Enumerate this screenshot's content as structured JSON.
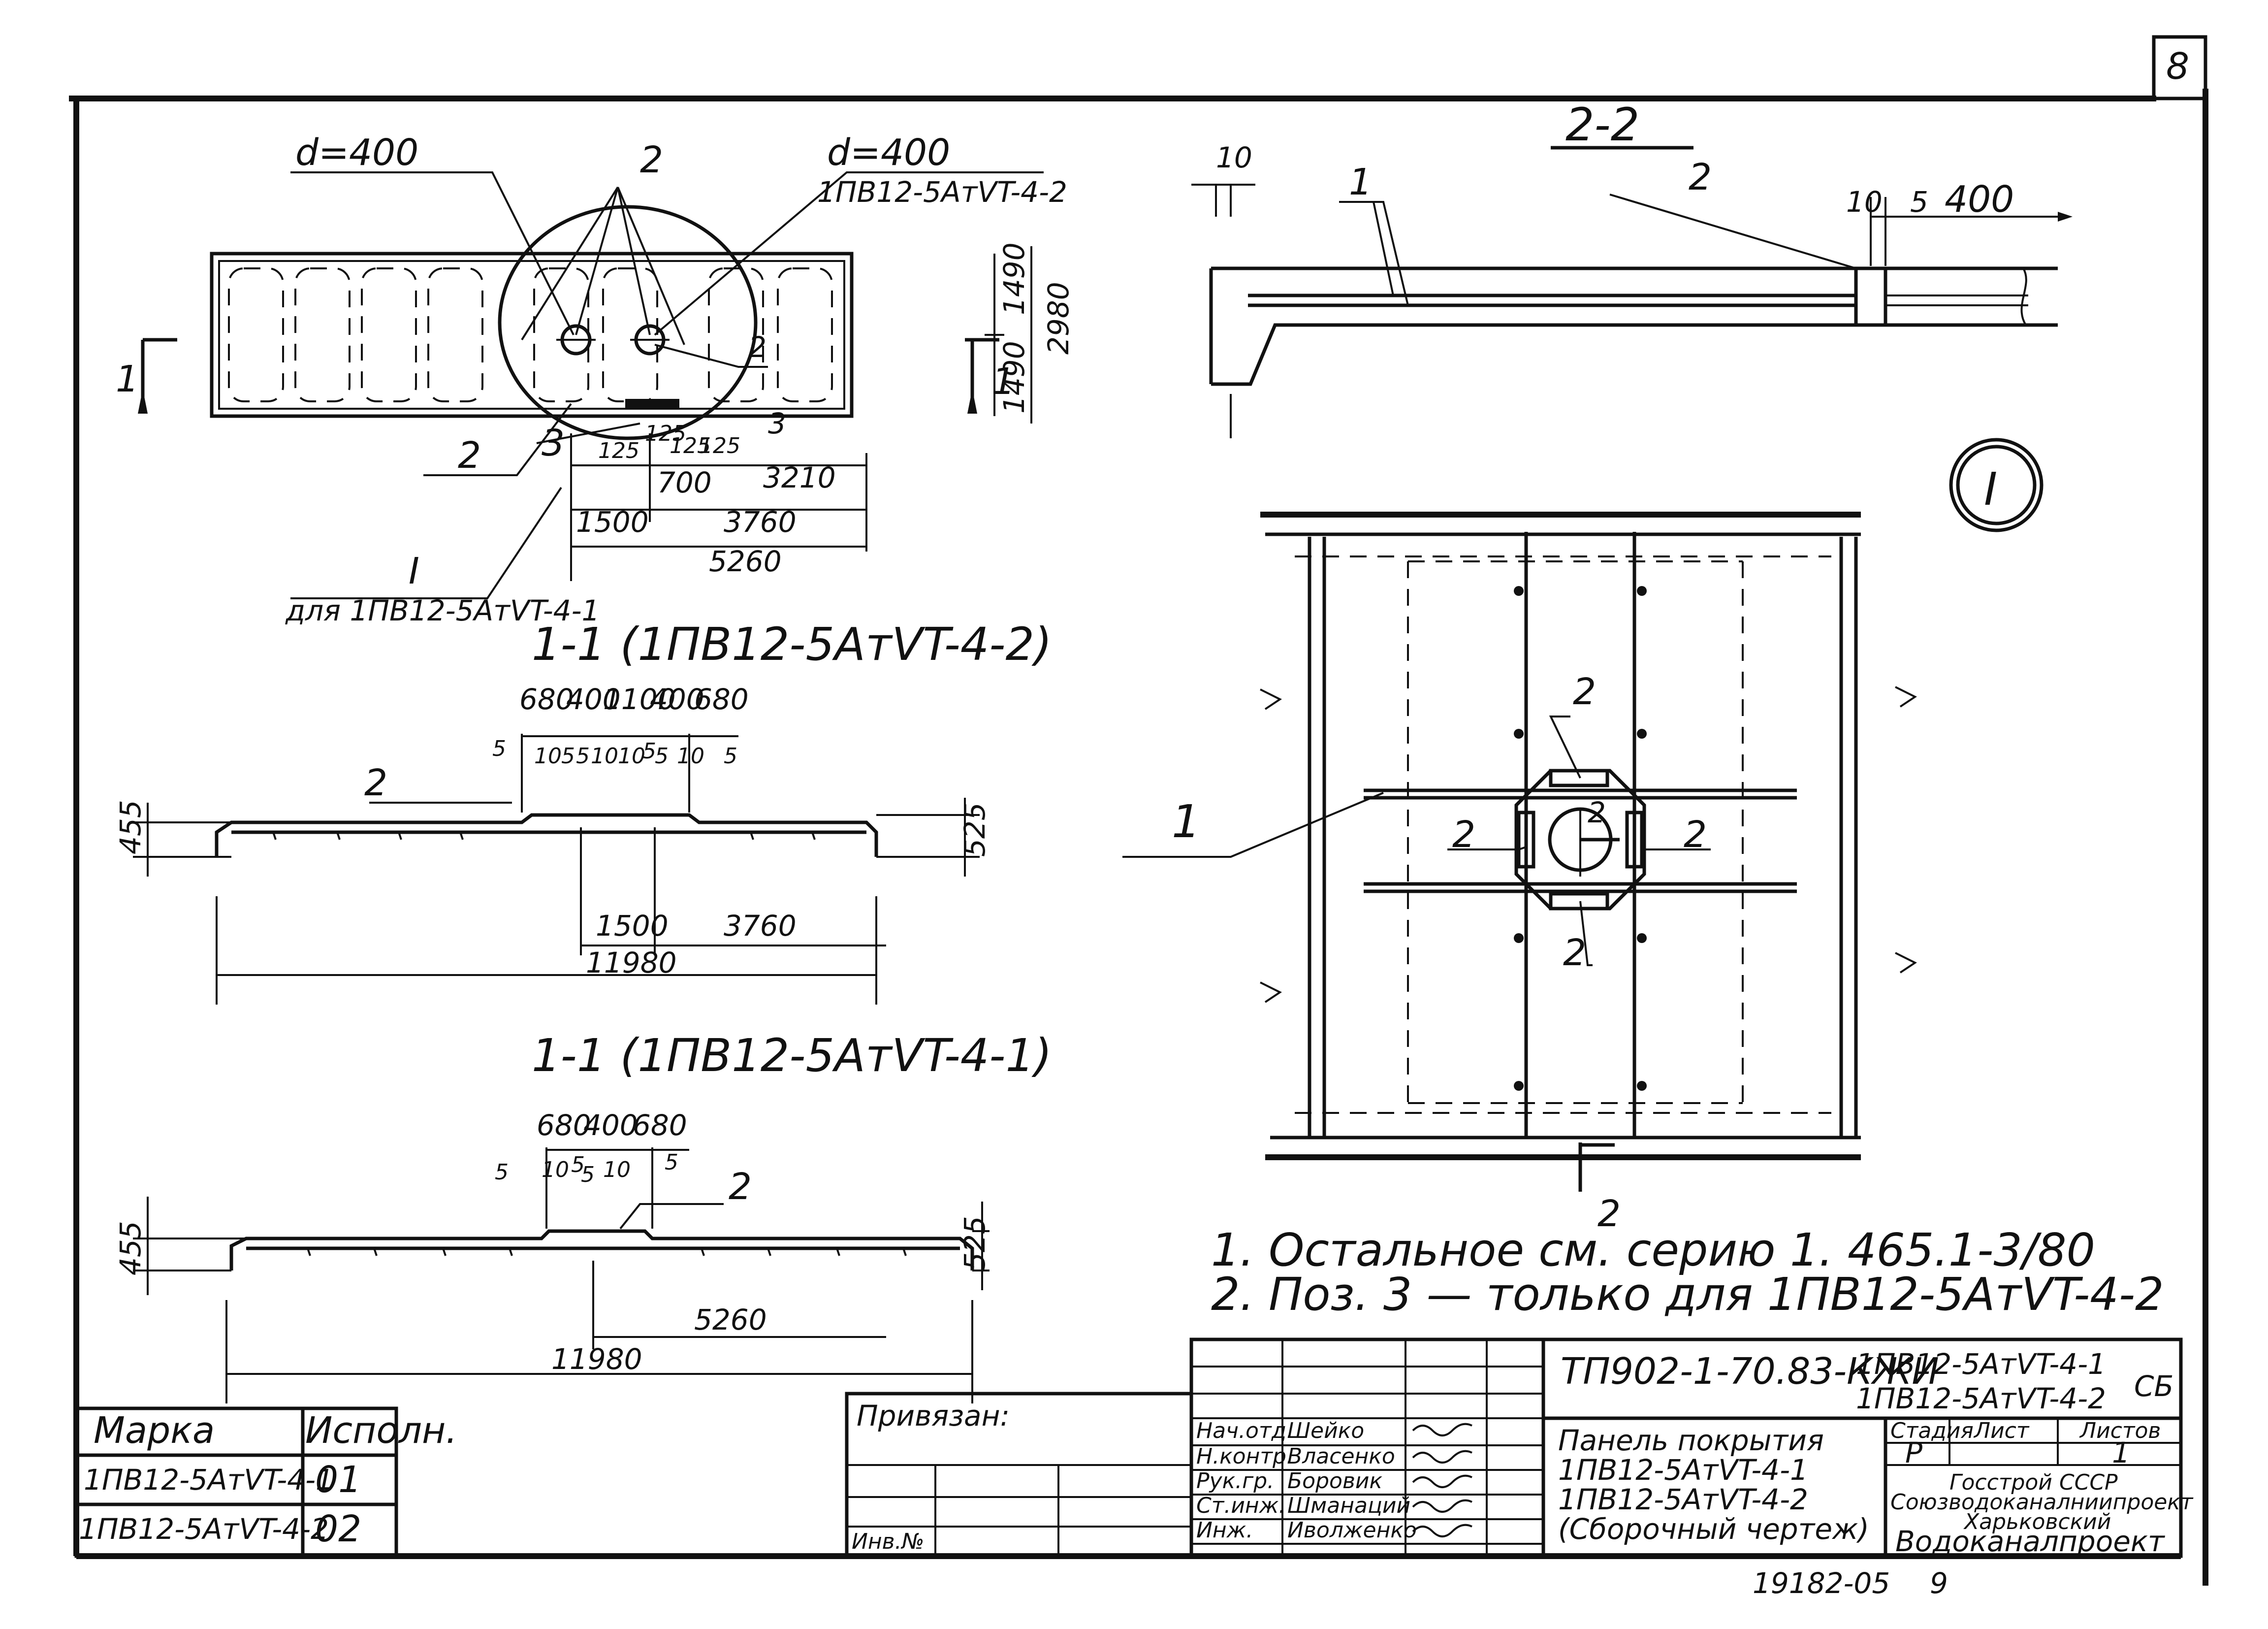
{
  "sheet": {
    "number": "8"
  },
  "plan": {
    "d_left": "d=400",
    "d_right": "d=400",
    "mark_right": "1ПВ12-5АтVT-4-2",
    "pos2_top": "2",
    "pos2_right": "2",
    "pos2_bottom": "2",
    "pos3_left": "3",
    "pos3_right": "3",
    "dim_125a": "125",
    "dim_125b": "125",
    "dim_125c": "125",
    "dim_125d": "125",
    "dim_700": "700",
    "dim_3210": "3210",
    "dim_1500": "1500",
    "dim_3760": "3760",
    "dim_5260": "5260",
    "dim_1490a": "1490",
    "dim_1490b": "1490",
    "dim_2980": "2980",
    "section_left": "1",
    "section_right": "1",
    "callout_I": "I",
    "callout_note": "для 1ПВ12-5АтVT-4-1"
  },
  "section_1_1_a": {
    "title": "1-1  (1ПВ12-5АтVT-4-2)",
    "dims_top": [
      "680",
      "400",
      "1100",
      "400",
      "680"
    ],
    "dims_small": [
      "5",
      "10",
      "5",
      "5",
      "10",
      "10",
      "5",
      "5",
      "10",
      "5"
    ],
    "pos2": "2",
    "h_left": "455",
    "h_right": "525",
    "dim_1500": "1500",
    "dim_3760": "3760",
    "dim_total": "11980"
  },
  "section_1_1_b": {
    "title": "1-1  (1ПВ12-5АтVT-4-1)",
    "dims_top": [
      "680",
      "400",
      "680"
    ],
    "dims_small": [
      "5",
      "10",
      "5",
      "5",
      "10",
      "5"
    ],
    "pos2": "2",
    "h_left": "455",
    "h_right": "525",
    "dim_5260": "5260",
    "dim_total": "11980"
  },
  "section_2_2": {
    "title": "2-2",
    "dim_10_left": "10",
    "pos1": "1",
    "pos2": "2",
    "dim_10": "10",
    "dim_5": "5",
    "dim_400": "400"
  },
  "detail_I": {
    "callout": "I",
    "pos1": "1",
    "pos2_top": "2",
    "pos2_left": "2",
    "pos2_right": "2",
    "pos2_bottom": "2",
    "pos2_center": "2",
    "section_mark": "2"
  },
  "notes": [
    "1. Остальное   см.  серию  1. 465.1-3/80",
    "2. Поз. 3 — только для  1ПВ12-5АтVT-4-2"
  ],
  "mark_table": {
    "headers": [
      "Марка",
      "Исполн."
    ],
    "rows": [
      [
        "1ПВ12-5АтVT-4-1",
        "01"
      ],
      [
        "1ПВ12-5АтVT-4-2",
        "02"
      ]
    ]
  },
  "binding": {
    "label": "Привязан:",
    "inv_label": "Инв.№"
  },
  "title_block": {
    "doc_code": "ТП902-1-70.83-КЖИ",
    "marks": [
      "1ПВ12-5АтVT-4-1",
      "1ПВ12-5АтVT-4-2"
    ],
    "doc_type": "СБ",
    "title_lines": [
      "Панель покрытия",
      "1ПВ12-5АтVT-4-1",
      "1ПВ12-5АтVT-4-2",
      "(Сборочный чертеж)"
    ],
    "stage_headers": [
      "Стадия",
      "Лист",
      "Листов"
    ],
    "stage_values": [
      "Р",
      "",
      "1"
    ],
    "org_lines": [
      "Госстрой СССР",
      "Союзводоканалниипроект",
      "Харьковский",
      "Водоканалпроект"
    ],
    "staff": [
      {
        "role": "Нач.отд.",
        "name": "Шейко"
      },
      {
        "role": "Н.контр.",
        "name": "Власенко"
      },
      {
        "role": "Рук.гр.",
        "name": "Боровик"
      },
      {
        "role": "Ст.инж.",
        "name": "Шманаций"
      },
      {
        "role": "Инж.",
        "name": "Иволженко"
      }
    ],
    "archive_no": "19182-05",
    "sheet_no": "9"
  }
}
